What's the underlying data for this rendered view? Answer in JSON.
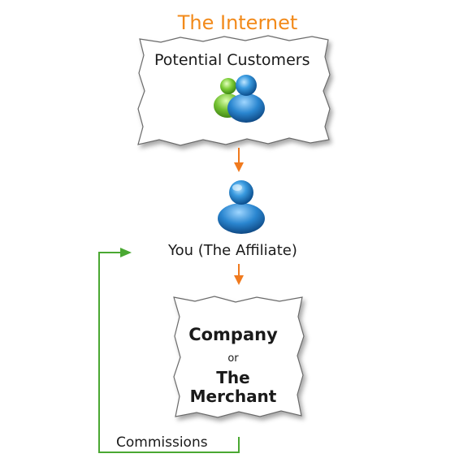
{
  "diagram": {
    "title": "The Internet",
    "box_customers": {
      "label": "Potential Customers",
      "icon": "people-group-icon"
    },
    "affiliate": {
      "label": "You (The Affiliate)",
      "icon": "person-icon"
    },
    "box_merchant": {
      "line1": "Company",
      "line2": "or",
      "line3": "The",
      "line4": "Merchant"
    },
    "commissions_label": "Commissions",
    "colors": {
      "title": "#f28a1a",
      "down_arrows": "#f07a1e",
      "commission_loop": "#4aa832",
      "box_stroke": "#6b6b6b"
    }
  }
}
